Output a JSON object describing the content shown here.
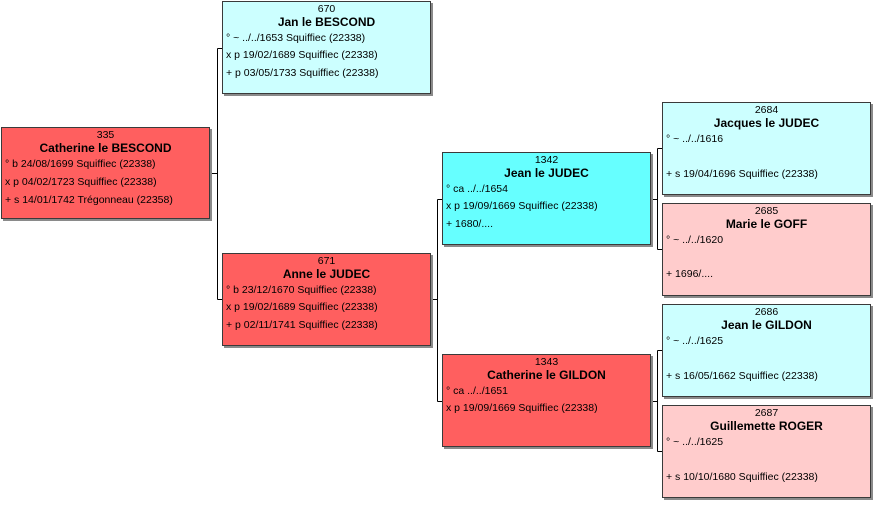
{
  "persons": {
    "p335": {
      "num": "335",
      "name": "Catherine le BESCOND",
      "color": "#ff5f5f",
      "events": [
        "° b 24/08/1699 Squiffiec (22338)",
        "x p 04/02/1723 Squiffiec (22338)",
        "+ s 14/01/1742 Trégonneau (22358)"
      ]
    },
    "p670": {
      "num": "670",
      "name": "Jan le BESCOND",
      "color": "#ccffff",
      "events": [
        "° ~ ../../1653 Squiffiec (22338)",
        "x p 19/02/1689 Squiffiec (22338)",
        "+ p 03/05/1733 Squiffiec (22338)"
      ]
    },
    "p671": {
      "num": "671",
      "name": "Anne le JUDEC",
      "color": "#ff5f5f",
      "events": [
        "° b 23/12/1670 Squiffiec (22338)",
        "x p 19/02/1689 Squiffiec (22338)",
        "+ p 02/11/1741 Squiffiec (22338)"
      ]
    },
    "p1342": {
      "num": "1342",
      "name": "Jean le JUDEC",
      "color": "#66ffff",
      "events": [
        "° ca ../../1654",
        "x p 19/09/1669 Squiffiec (22338)",
        "+ 1680/...."
      ]
    },
    "p1343": {
      "num": "1343",
      "name": "Catherine le GILDON",
      "color": "#ff5f5f",
      "events": [
        "° ca ../../1651",
        "x p 19/09/1669 Squiffiec (22338)"
      ]
    },
    "p2684": {
      "num": "2684",
      "name": "Jacques le JUDEC",
      "color": "#ccffff",
      "events": [
        "° ~ ../../1616",
        "+ s 19/04/1696 Squiffiec (22338)"
      ]
    },
    "p2685": {
      "num": "2685",
      "name": "Marie le GOFF",
      "color": "#ffcccc",
      "events": [
        "° ~ ../../1620",
        "+ 1696/...."
      ]
    },
    "p2686": {
      "num": "2686",
      "name": "Jean le GILDON",
      "color": "#ccffff",
      "events": [
        "° ~ ../../1625",
        "+ s 16/05/1662 Squiffiec (22338)"
      ]
    },
    "p2687": {
      "num": "2687",
      "name": "Guillemette ROGER",
      "color": "#ffcccc",
      "events": [
        "° ~ ../../1625",
        "+ s 10/10/1680 Squiffiec (22338)"
      ]
    }
  }
}
